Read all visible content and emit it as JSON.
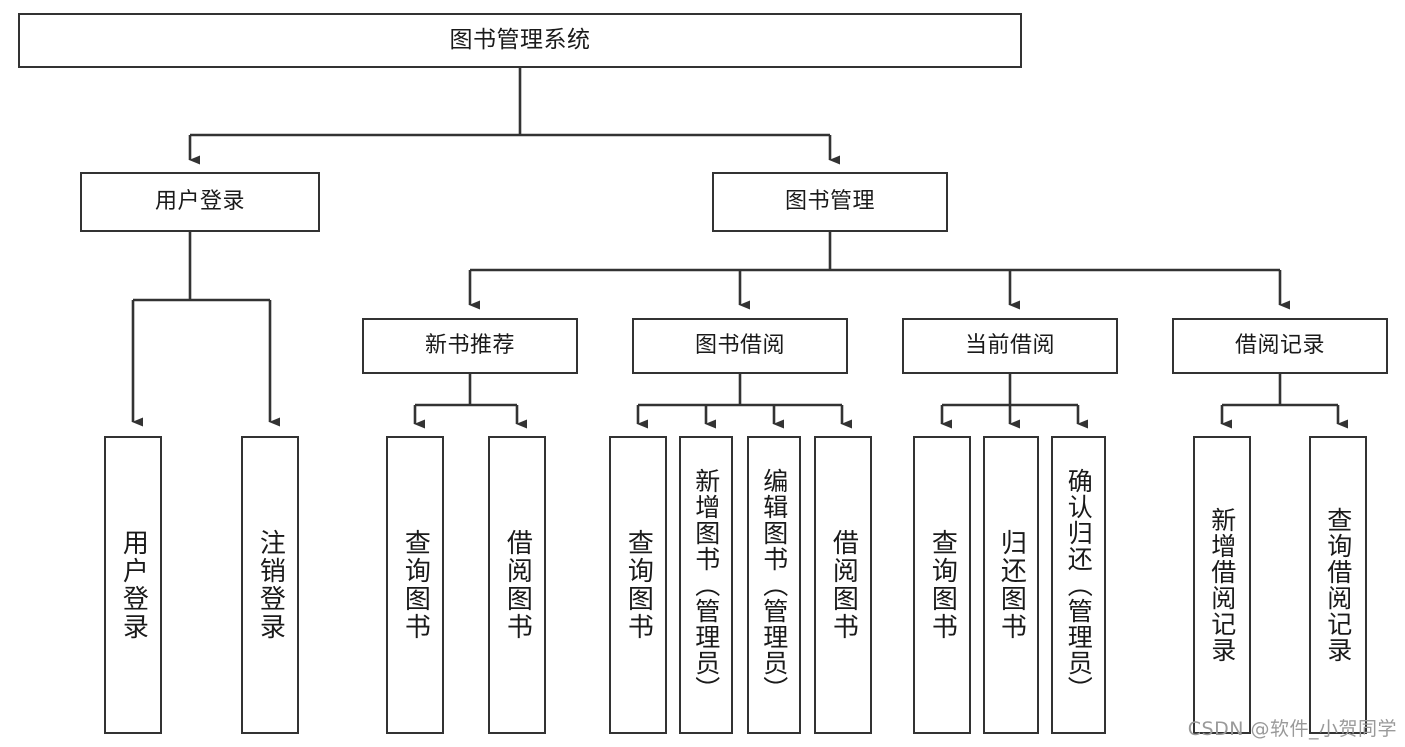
{
  "diagram": {
    "type": "tree",
    "title": "图书管理系统",
    "orientation": "top-down",
    "box_fill": "#ffffff",
    "box_stroke": "#333333",
    "connector_color": "#333333",
    "text_color": "#1a1a1a"
  },
  "nodes": {
    "root": {
      "label": "图书管理系统"
    },
    "level1": [
      {
        "label": "用户登录"
      },
      {
        "label": "图书管理"
      }
    ],
    "level2": [
      {
        "label": "新书推荐"
      },
      {
        "label": "图书借阅"
      },
      {
        "label": "当前借阅"
      },
      {
        "label": "借阅记录"
      }
    ],
    "leaves": {
      "user_login": [
        {
          "label": "用户登录"
        },
        {
          "label": "注销登录"
        }
      ],
      "new_book_recommend": [
        {
          "label": "查询图书"
        },
        {
          "label": "借阅图书"
        }
      ],
      "book_borrow": [
        {
          "label": "查询图书"
        },
        {
          "label": "新增图书（管理员）"
        },
        {
          "label": "编辑图书（管理员）"
        },
        {
          "label": "借阅图书"
        }
      ],
      "current_borrow": [
        {
          "label": "查询图书"
        },
        {
          "label": "归还图书"
        },
        {
          "label": "确认归还（管理员）"
        }
      ],
      "borrow_record": [
        {
          "label": "新增借阅记录"
        },
        {
          "label": "查询借阅记录"
        }
      ]
    }
  },
  "watermark": {
    "text": "CSDN @软件_小贺同学"
  }
}
